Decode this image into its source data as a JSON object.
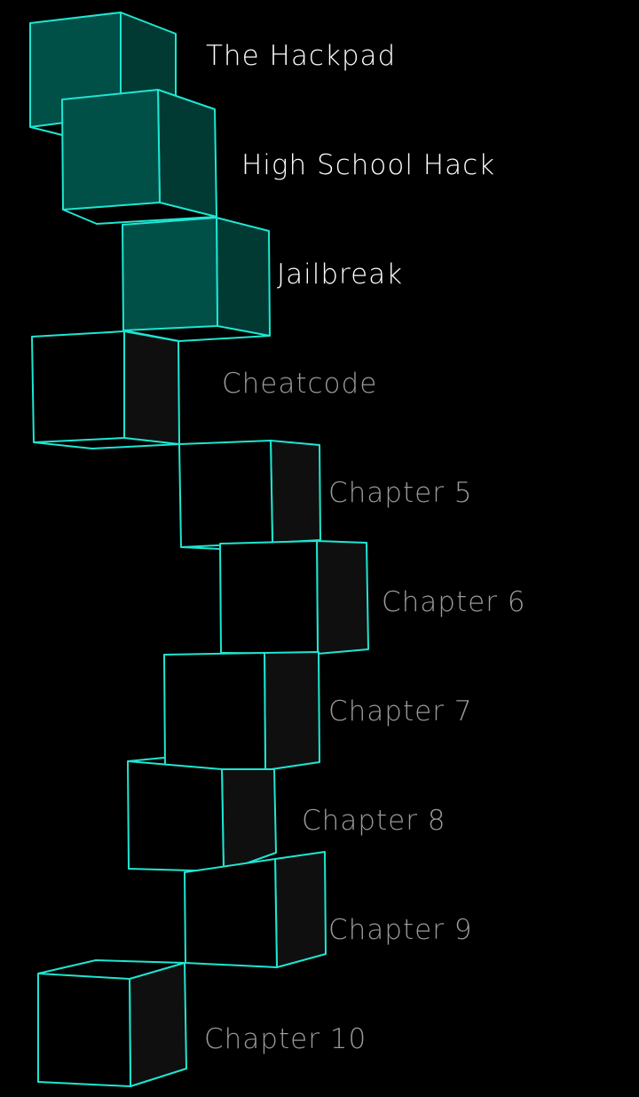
{
  "colors": {
    "background": "#000000",
    "edge": "#1ee6d2",
    "unlocked_front": "#005048",
    "unlocked_side": "#003a33",
    "locked_front": "#000000",
    "locked_side": "#0f0f0f",
    "unlocked_text": "#ffffff",
    "locked_text": "#9a9a9a"
  },
  "levels": [
    {
      "title": "The Hackpad",
      "unlocked": true
    },
    {
      "title": "High School Hack",
      "unlocked": true
    },
    {
      "title": "Jailbreak",
      "unlocked": true
    },
    {
      "title": "Cheatcode",
      "unlocked": false
    },
    {
      "title": "Chapter 5",
      "unlocked": false
    },
    {
      "title": "Chapter 6",
      "unlocked": false
    },
    {
      "title": "Chapter 7",
      "unlocked": false
    },
    {
      "title": "Chapter 8",
      "unlocked": false
    },
    {
      "title": "Chapter 9",
      "unlocked": false
    },
    {
      "title": "Chapter 10",
      "unlocked": false
    }
  ]
}
